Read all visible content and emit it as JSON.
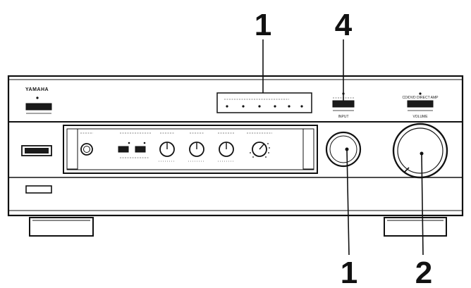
{
  "brand": "YAMAHA",
  "callouts": {
    "top_left": "1",
    "top_right": "4",
    "bottom_left": "1",
    "bottom_right": "2"
  },
  "panel_labels": {
    "power": "",
    "standby": "",
    "display": "",
    "effect_button": "",
    "input": "INPUT",
    "volume": "VOLUME",
    "direct": "CD/DVD DIRECT AMP",
    "headphones": "",
    "speakers": "",
    "bass": "",
    "treble": "",
    "balance": "",
    "loudness": ""
  },
  "colors": {
    "line": "#111111",
    "fill": "#ffffff",
    "button_fill": "#1a1a1a"
  }
}
